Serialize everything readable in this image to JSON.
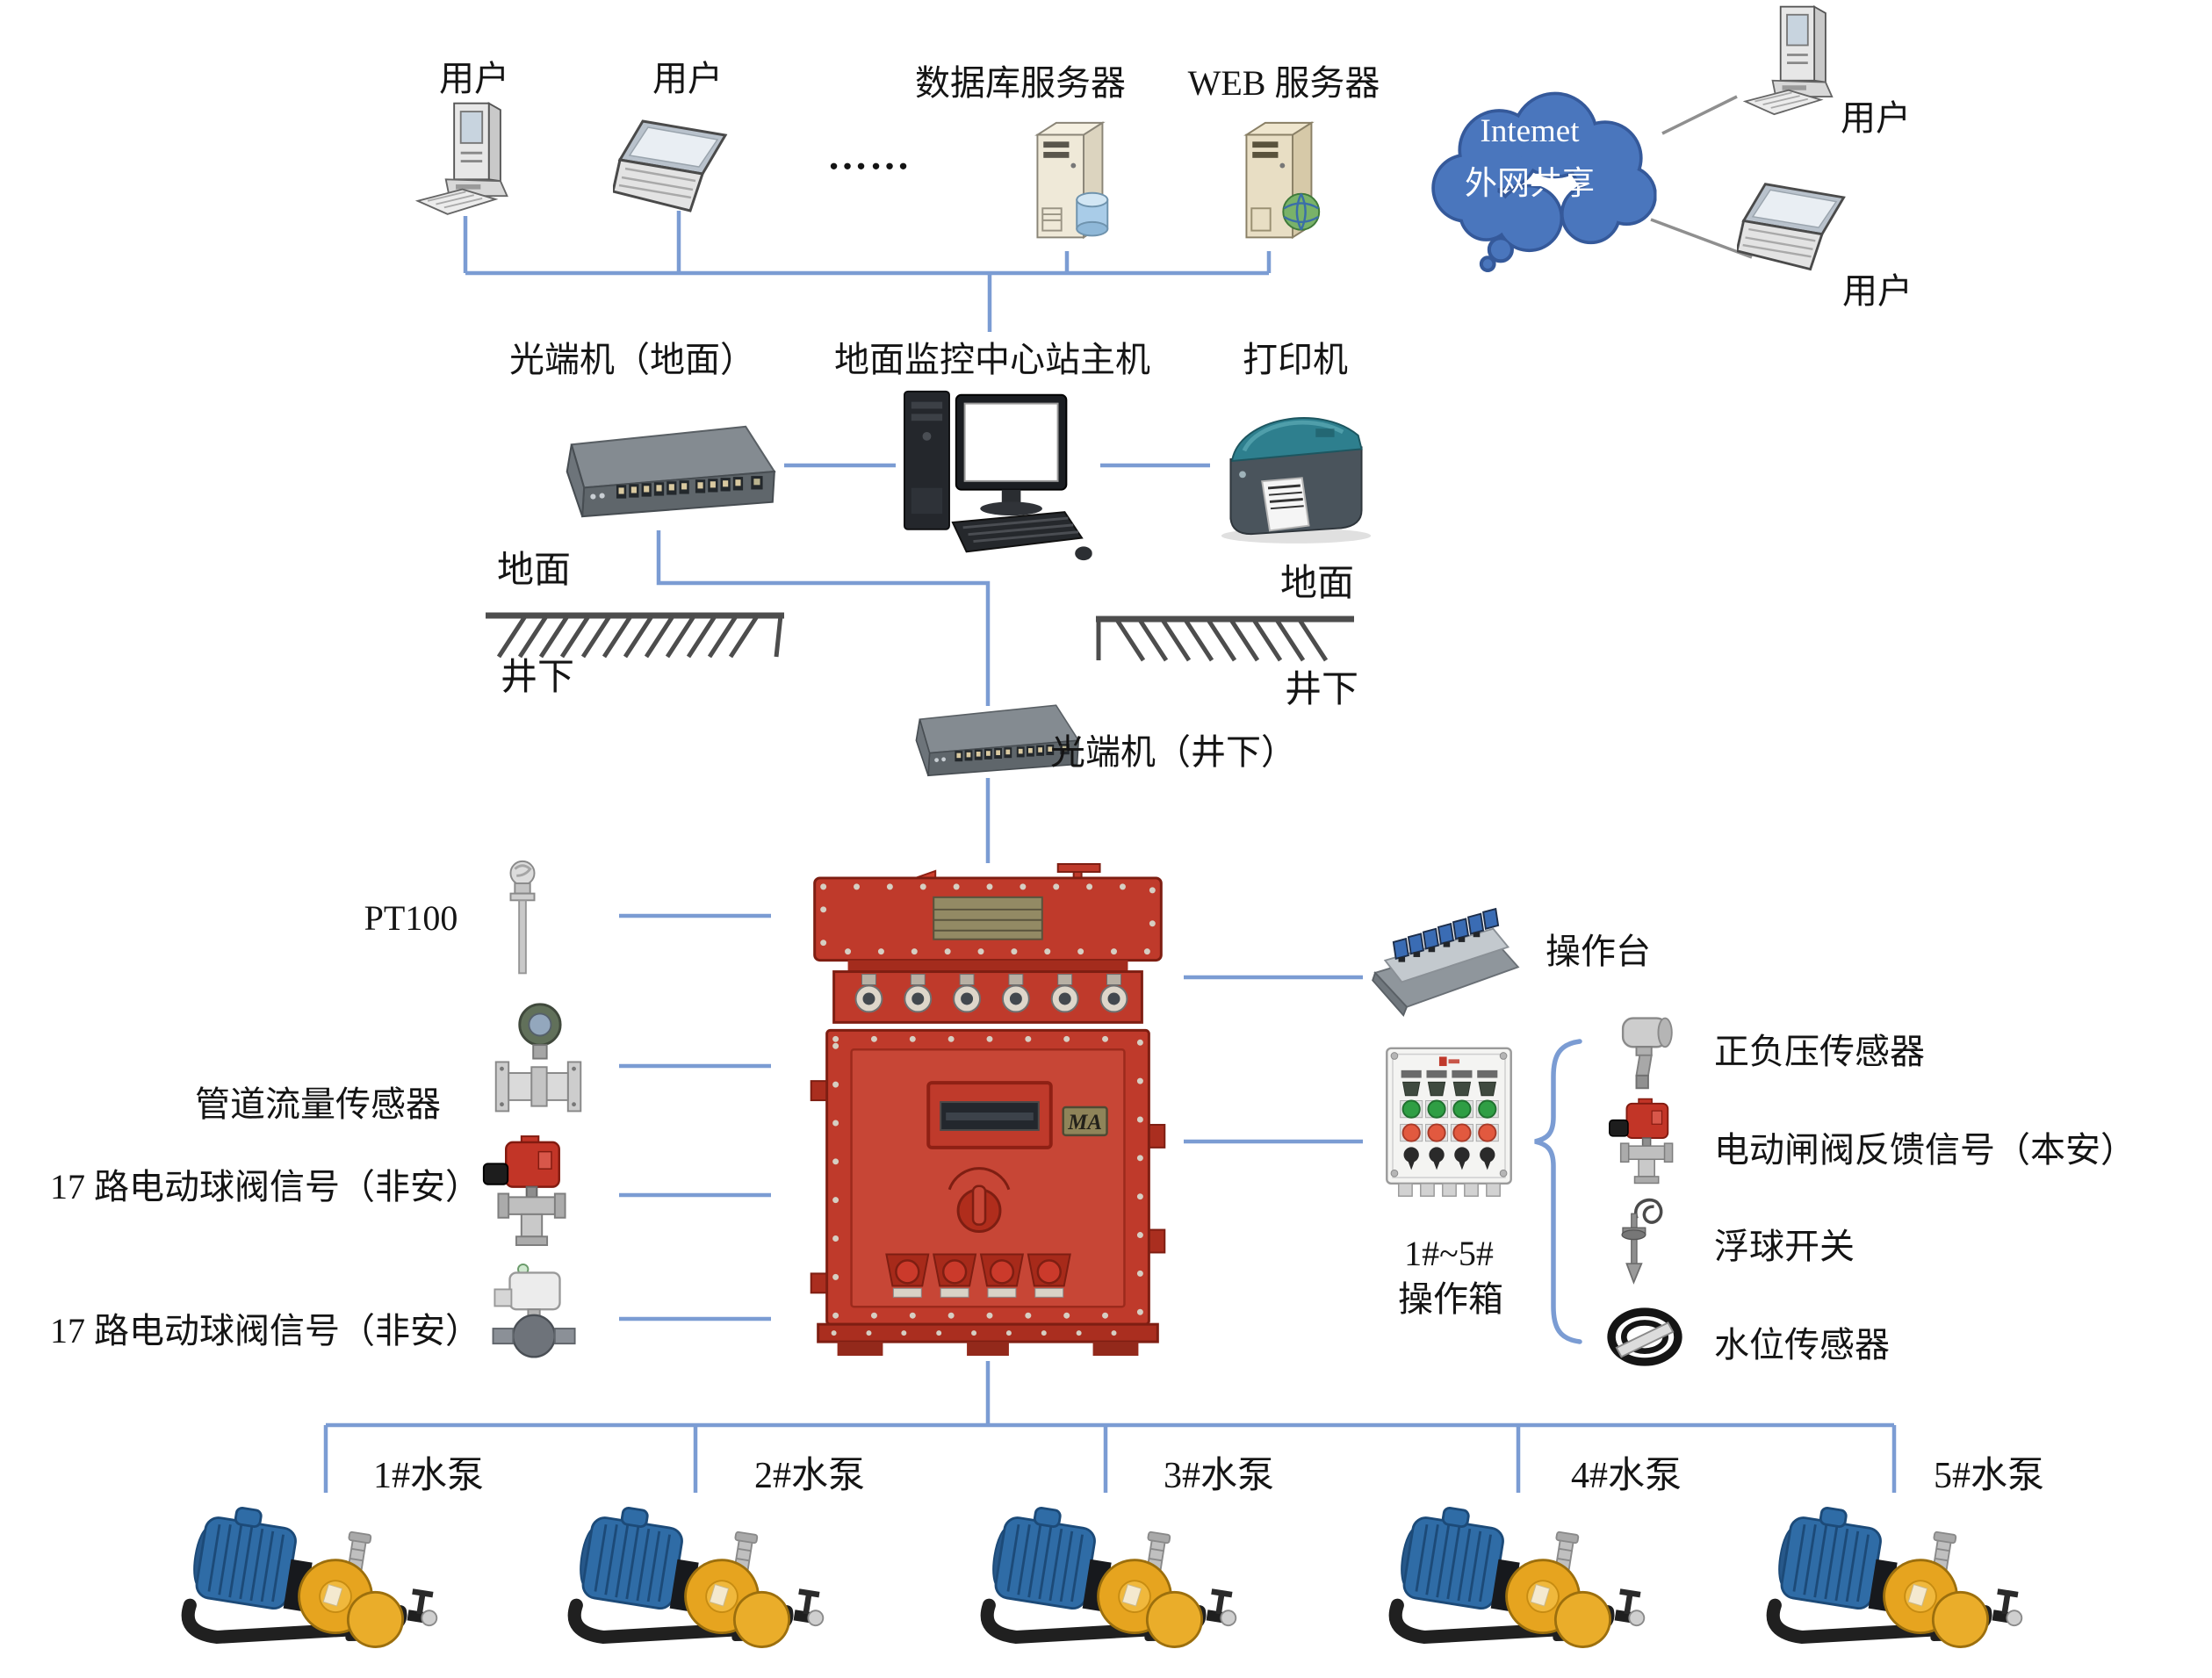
{
  "colors": {
    "wire_blue": "#7b9cd3",
    "cloud_blue": "#4a76bd",
    "ground_gray": "#4d4d4d",
    "link_gray": "#8f8f8f",
    "box_red": "#bf3a2b",
    "text": "#141414"
  },
  "top_row": {
    "user1": "用户",
    "user2": "用户",
    "ellipsis": "……",
    "db_server": "数据库服务器",
    "web_server": "WEB 服务器",
    "cloud_line1": "Intemet",
    "cloud_line2": "外网共享",
    "user3": "用户",
    "user4": "用户"
  },
  "surface_row": {
    "optical_terminal_surface": "光端机（地面）",
    "monitoring_host": "地面监控中心站主机",
    "printer": "打印机"
  },
  "ground_labels": {
    "left_above": "地面",
    "left_below": "井下",
    "right_above": "地面",
    "right_below": "井下"
  },
  "underground_row": {
    "optical_terminal_underground": "光端机（井下）"
  },
  "left_column": {
    "pt100": "PT100",
    "flow_sensor": "管道流量传感器",
    "valve_signal_1": "17 路电动球阀信号（非安）",
    "valve_signal_2": "17 路电动球阀信号（非安）"
  },
  "right_column": {
    "console": "操作台",
    "op_box_line1": "1#~5#",
    "op_box_line2": "操作箱",
    "pressure_sensor": "正负压传感器",
    "gate_valve_feedback": "电动闸阀反馈信号（本安）",
    "float_switch": "浮球开关",
    "water_level_sensor": "水位传感器"
  },
  "control_box": {
    "badge": "MA"
  },
  "pumps": [
    "1#水泵",
    "2#水泵",
    "3#水泵",
    "4#水泵",
    "5#水泵"
  ]
}
